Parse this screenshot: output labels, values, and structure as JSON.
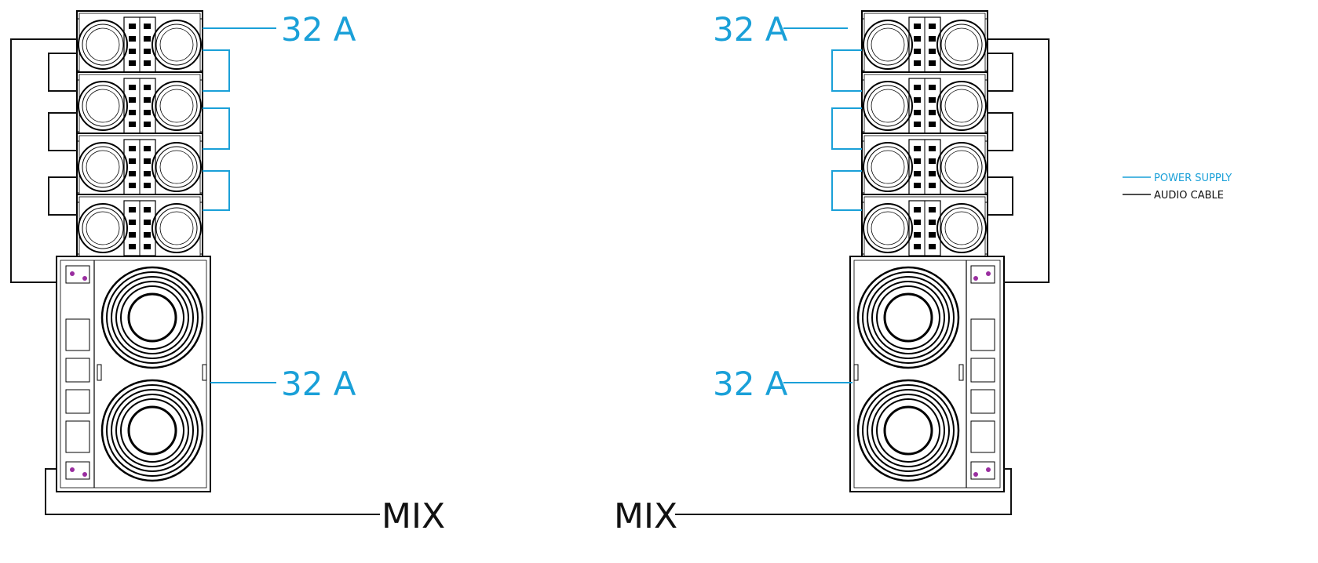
{
  "labels": {
    "power_rating": "32 A",
    "mix": "MIX"
  },
  "legend": {
    "power_supply": "POWER SUPPLY",
    "audio_cable": "AUDIO CABLE"
  },
  "colors": {
    "power_supply": "#1aa0d8",
    "audio_cable": "#111111"
  },
  "stacks": {
    "line_array_modules": 4,
    "subwoofer_drivers": 2
  }
}
